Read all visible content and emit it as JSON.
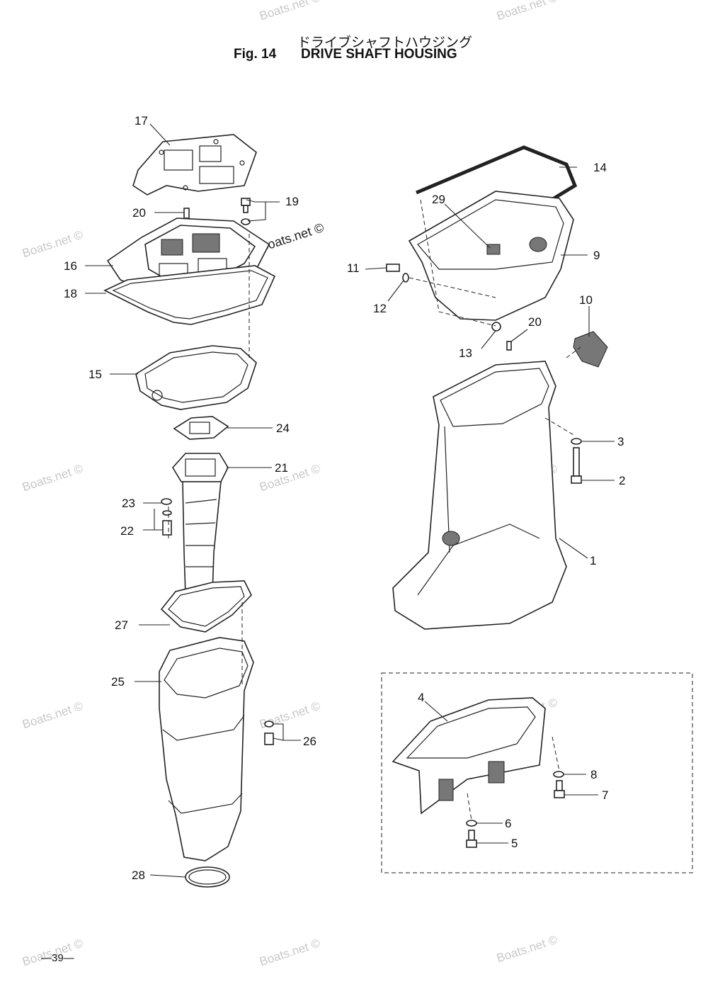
{
  "header": {
    "japanese_title": "ドライブシャフトハウジング",
    "figure_label": "Fig. 14",
    "title": "DRIVE SHAFT HOUSING"
  },
  "footer": {
    "page_number": "—39—"
  },
  "watermark": "Boats.net ©",
  "watermark_prominent": "Boats.net ©",
  "callouts": [
    "17",
    "14",
    "20",
    "19",
    "29",
    "9",
    "16",
    "11",
    "18",
    "12",
    "10",
    "20",
    "13",
    "15",
    "3",
    "24",
    "21",
    "2",
    "23",
    "22",
    "1",
    "27",
    "25",
    "26",
    "4",
    "8",
    "7",
    "6",
    "5",
    "28"
  ]
}
